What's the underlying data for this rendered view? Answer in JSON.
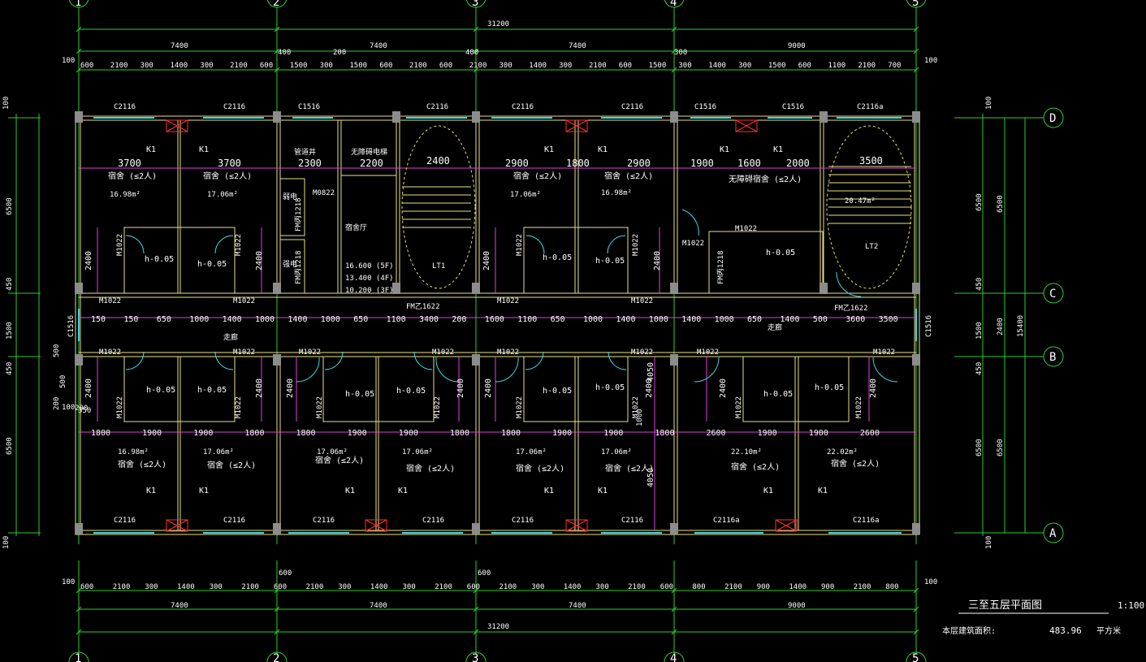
{
  "title_block": {
    "title": "三至五层平面图",
    "scale": "1:100",
    "area_label": "本层建筑面积:",
    "area_value": "483.96",
    "area_unit": "平方米"
  },
  "axes": {
    "columns": [
      "1",
      "2",
      "3",
      "4",
      "5"
    ],
    "rows": [
      "D",
      "C",
      "B",
      "A"
    ]
  },
  "top_dims": {
    "overall": "31200",
    "bays": [
      "7400",
      "7400",
      "7400",
      "9000"
    ],
    "small": [
      "400",
      "200",
      "400",
      "300"
    ],
    "segments": [
      "600",
      "2100",
      "300",
      "1400",
      "300",
      "2100",
      "600",
      "1500",
      "300",
      "1500",
      "600",
      "2100",
      "600",
      "2100",
      "300",
      "1400",
      "300",
      "2100",
      "600",
      "1500",
      "300",
      "1400",
      "300",
      "1500",
      "600",
      "1100",
      "2100",
      "700"
    ],
    "end_100": "100"
  },
  "bottom_dims": {
    "overall": "31200",
    "bays": [
      "7400",
      "7400",
      "7400",
      "9000"
    ],
    "segments": [
      "600",
      "2100",
      "300",
      "1400",
      "300",
      "2100",
      "600",
      "2100",
      "300",
      "1400",
      "300",
      "2100",
      "600",
      "2100",
      "300",
      "1400",
      "300",
      "2100",
      "600",
      "800",
      "2100",
      "900",
      "1400",
      "900",
      "2100",
      "800"
    ],
    "extra": [
      "600",
      "600",
      "100",
      "100"
    ]
  },
  "side_dims": {
    "left": [
      "100",
      "6500",
      "450",
      "1500",
      "450",
      "6500",
      "100"
    ],
    "right_a": [
      "6500",
      "450",
      "1500",
      "450",
      "6500"
    ],
    "right_b": [
      "6500",
      "2400",
      "6500"
    ],
    "right_total": "15400",
    "left_small": [
      "500",
      "200",
      "500",
      "200",
      "100",
      "350"
    ]
  },
  "north_rooms": {
    "room_label": "宿舍 (≤2人)",
    "accessible_label": "无障碍宿舍 (≤2人)",
    "areas": [
      "16.98m²",
      "17.06m²",
      "17.06m²",
      "16.98m²",
      "20.47m²"
    ],
    "widths": [
      "3700",
      "3700",
      "2300",
      "2200",
      "2900",
      "1800",
      "2900",
      "1900",
      "1600",
      "2000",
      "3500",
      "2400"
    ],
    "stair_width": "2400"
  },
  "corridor_dims": [
    "150",
    "150",
    "650",
    "1000",
    "1400",
    "1000",
    "1400",
    "1000",
    "650",
    "1100",
    "3400",
    "200",
    "1600",
    "1100",
    "650",
    "1000",
    "1400",
    "1000",
    "1400",
    "1000",
    "650",
    "1400",
    "500",
    "3600",
    "3500"
  ],
  "south_rooms": {
    "room_label": "宿舍 (≤2人)",
    "areas": [
      "16.98m²",
      "17.06m²",
      "17.06m²",
      "17.06m²",
      "17.06m²",
      "17.06m²",
      "22.10m²",
      "22.02m²"
    ],
    "widths": [
      "1800",
      "1900",
      "1900",
      "1800",
      "1800",
      "1900",
      "1900",
      "1800",
      "1800",
      "1900",
      "1900",
      "1800",
      "2600",
      "1900",
      "1900",
      "2600"
    ]
  },
  "labels": {
    "window_c2116": "C2116",
    "window_c1516": "C1516",
    "window_c2116a": "C2116a",
    "door_m1022": "M1022",
    "door_m0822": "M0822",
    "fire_door": "FM乙1622",
    "fm_door": "FM丙1218",
    "k1": "K1",
    "h005": "h-0.05",
    "stair1": "LT1",
    "stair2": "LT2",
    "corridor": "走廊",
    "hall": "宿舍厅",
    "elevator": "无障碍电梯",
    "pipe": "管道井",
    "electric": "弱电",
    "strong": "强电",
    "elev_levels": [
      "16.600  (5F)",
      "13.400  (4F)",
      "10.200  (3F)"
    ],
    "d2400": "2400",
    "d4050": "4050",
    "d1000": "1000"
  }
}
